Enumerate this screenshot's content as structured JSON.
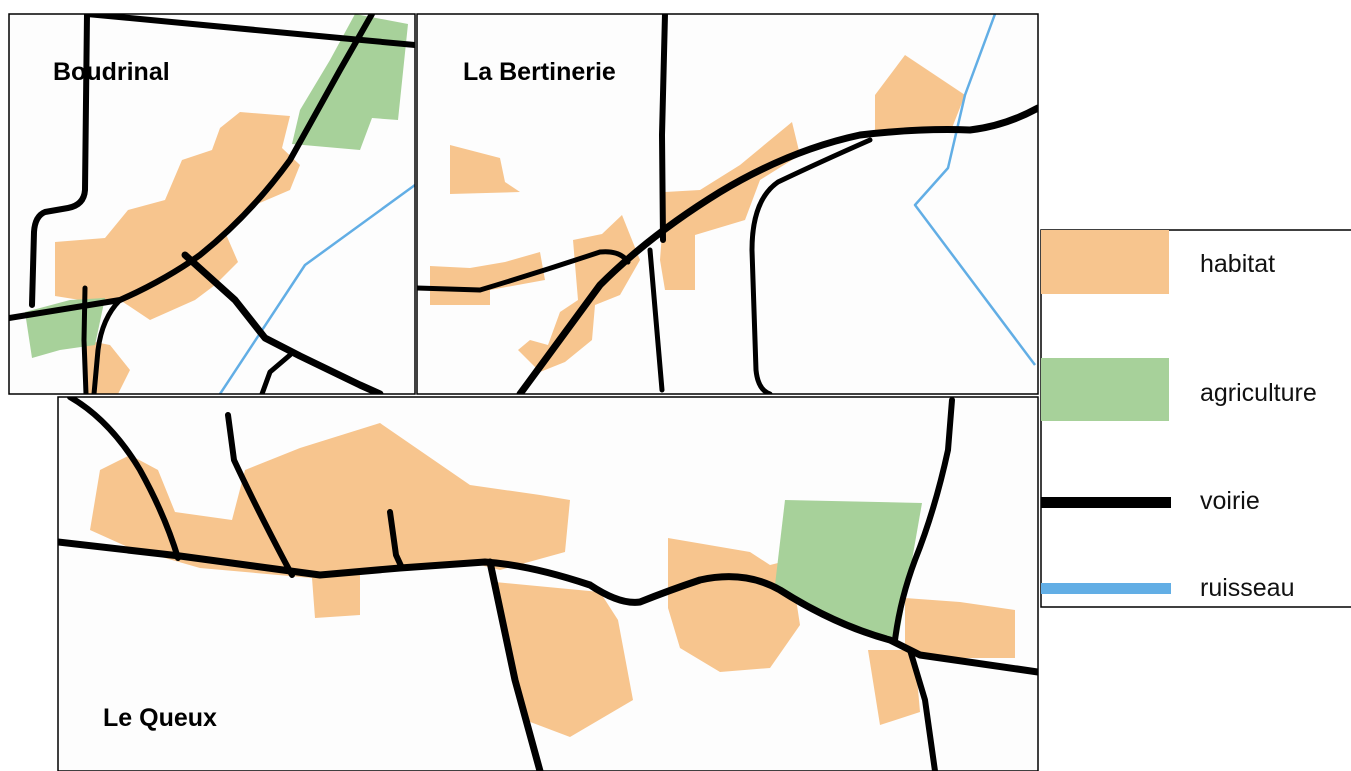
{
  "colors": {
    "habitat": "#f7c58e",
    "agriculture": "#a7d19a",
    "voirie": "#000000",
    "ruisseau": "#62aee5",
    "background": "#fdfdfd",
    "frame": "#000000"
  },
  "panels": {
    "boudrinal": {
      "label": "Boudrinal"
    },
    "bertinerie": {
      "label": "La Bertinerie"
    },
    "queux": {
      "label": "Le Queux"
    }
  },
  "legend": {
    "items": [
      {
        "key": "habitat",
        "label": "habitat",
        "symbol": "patch"
      },
      {
        "key": "agriculture",
        "label": "agriculture",
        "symbol": "patch"
      },
      {
        "key": "voirie",
        "label": "voirie",
        "symbol": "line"
      },
      {
        "key": "ruisseau",
        "label": "ruisseau",
        "symbol": "line"
      }
    ]
  }
}
